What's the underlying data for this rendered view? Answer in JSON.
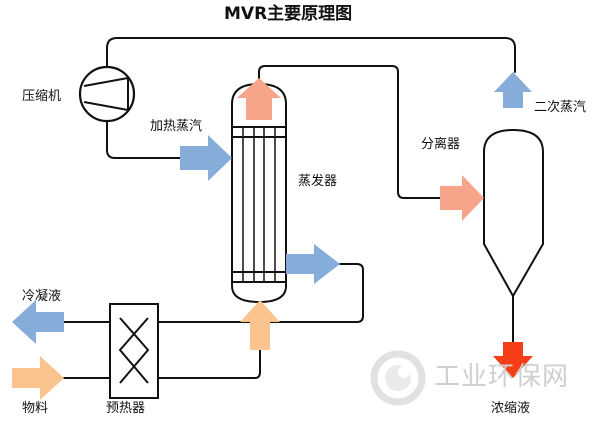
{
  "title": "MVR主要原理图",
  "labels": {
    "compressor": "压缩机",
    "heating_steam": "加热蒸汽",
    "evaporator": "蒸发器",
    "separator": "分离器",
    "secondary_steam": "二次蒸汽",
    "condensate": "冷凝液",
    "feed": "物料",
    "preheater": "预热器",
    "concentrate": "浓缩液"
  },
  "watermark": {
    "text": "工业环保网"
  },
  "colors": {
    "steam_blue": "#86acd9",
    "hot_salmon": "#f7a58a",
    "feed_orange": "#fbc48e",
    "concentrate_red": "#f53d16",
    "pipe": "#111111",
    "watermark": "#d0d0d0"
  }
}
